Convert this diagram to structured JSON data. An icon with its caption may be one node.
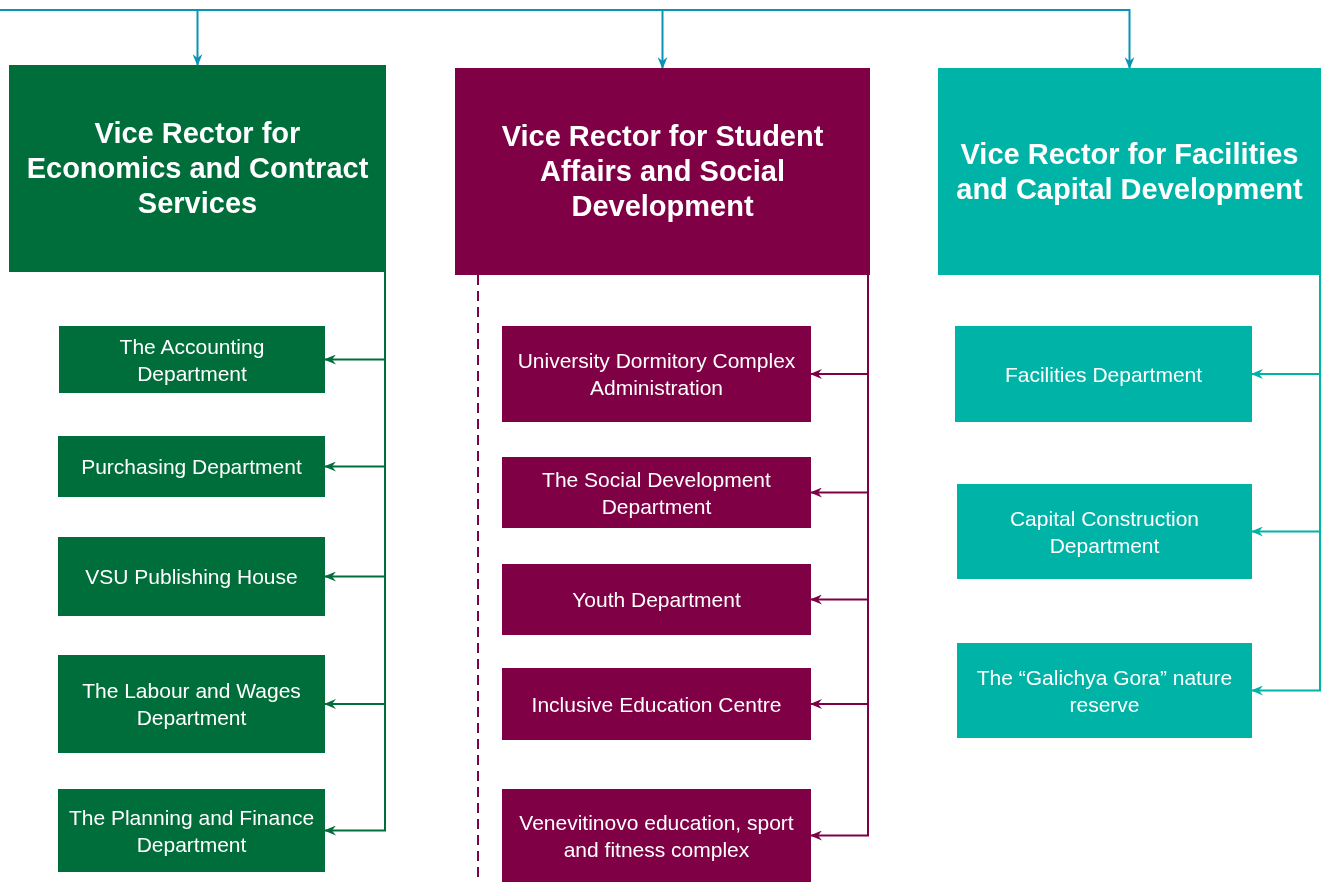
{
  "diagram": {
    "nodes": [
      {
        "text": [
          "Vice Rector for Economics and Contract Services"
        ]
      },
      {
        "text": [
          "The Accounting Department"
        ]
      },
      {
        "text": [
          "Purchasing Department"
        ]
      },
      {
        "text": [
          "VSU Publishing House"
        ]
      },
      {
        "text": [
          "The Labour and Wages Department"
        ]
      },
      {
        "text": [
          "The Planning and Finance Department"
        ]
      },
      {
        "text": [
          "Vice Rector for Student Affairs and Social Development"
        ]
      },
      {
        "text": [
          "University Dormitory Complex Administration"
        ]
      },
      {
        "text": [
          "The Social Development Department"
        ]
      },
      {
        "text": [
          "Youth Department"
        ]
      },
      {
        "text": [
          "Inclusive Education Centre"
        ]
      },
      {
        "text": [
          "Venevitinovo education, sport and fitness complex"
        ]
      },
      {
        "text": [
          "Vice Rector for Facilities and Capital Development"
        ]
      },
      {
        "text": [
          "Facilities Department"
        ]
      },
      {
        "text": [
          "Capital Construction Department"
        ]
      },
      {
        "text": [
          "The “Galichya Gora” nature reserve"
        ]
      }
    ],
    "edges": [
      {
        "from": null,
        "to": 0,
        "arrow": "to",
        "color": "#0a93b5"
      },
      {
        "from": null,
        "to": 6,
        "arrow": "to",
        "color": "#0a93b5"
      },
      {
        "from": null,
        "to": 12,
        "arrow": "to",
        "color": "#0a93b5"
      },
      {
        "from": 0,
        "to": 1,
        "arrow": "to",
        "color": "#006e3b"
      },
      {
        "from": 0,
        "to": 2,
        "arrow": "to",
        "color": "#006e3b"
      },
      {
        "from": 0,
        "to": 3,
        "arrow": "to",
        "color": "#006e3b"
      },
      {
        "from": 0,
        "to": 4,
        "arrow": "to",
        "color": "#006e3b"
      },
      {
        "from": 0,
        "to": 5,
        "arrow": "to",
        "color": "#006e3b"
      },
      {
        "from": 6,
        "to": 7,
        "arrow": "to",
        "color": "#800046"
      },
      {
        "from": 6,
        "to": 8,
        "arrow": "to",
        "color": "#800046"
      },
      {
        "from": 6,
        "to": 9,
        "arrow": "to",
        "color": "#800046"
      },
      {
        "from": 6,
        "to": 10,
        "arrow": "to",
        "color": "#800046"
      },
      {
        "from": 6,
        "to": 11,
        "arrow": "to",
        "color": "#800046"
      },
      {
        "from": 6,
        "to": null,
        "arrow": "none",
        "style": "dashed",
        "color": "#800046"
      },
      {
        "from": 12,
        "to": 13,
        "arrow": "to",
        "color": "#00b3a7"
      },
      {
        "from": 12,
        "to": 14,
        "arrow": "to",
        "color": "#00b3a7"
      },
      {
        "from": 12,
        "to": 15,
        "arrow": "to",
        "color": "#00b3a7"
      }
    ]
  }
}
